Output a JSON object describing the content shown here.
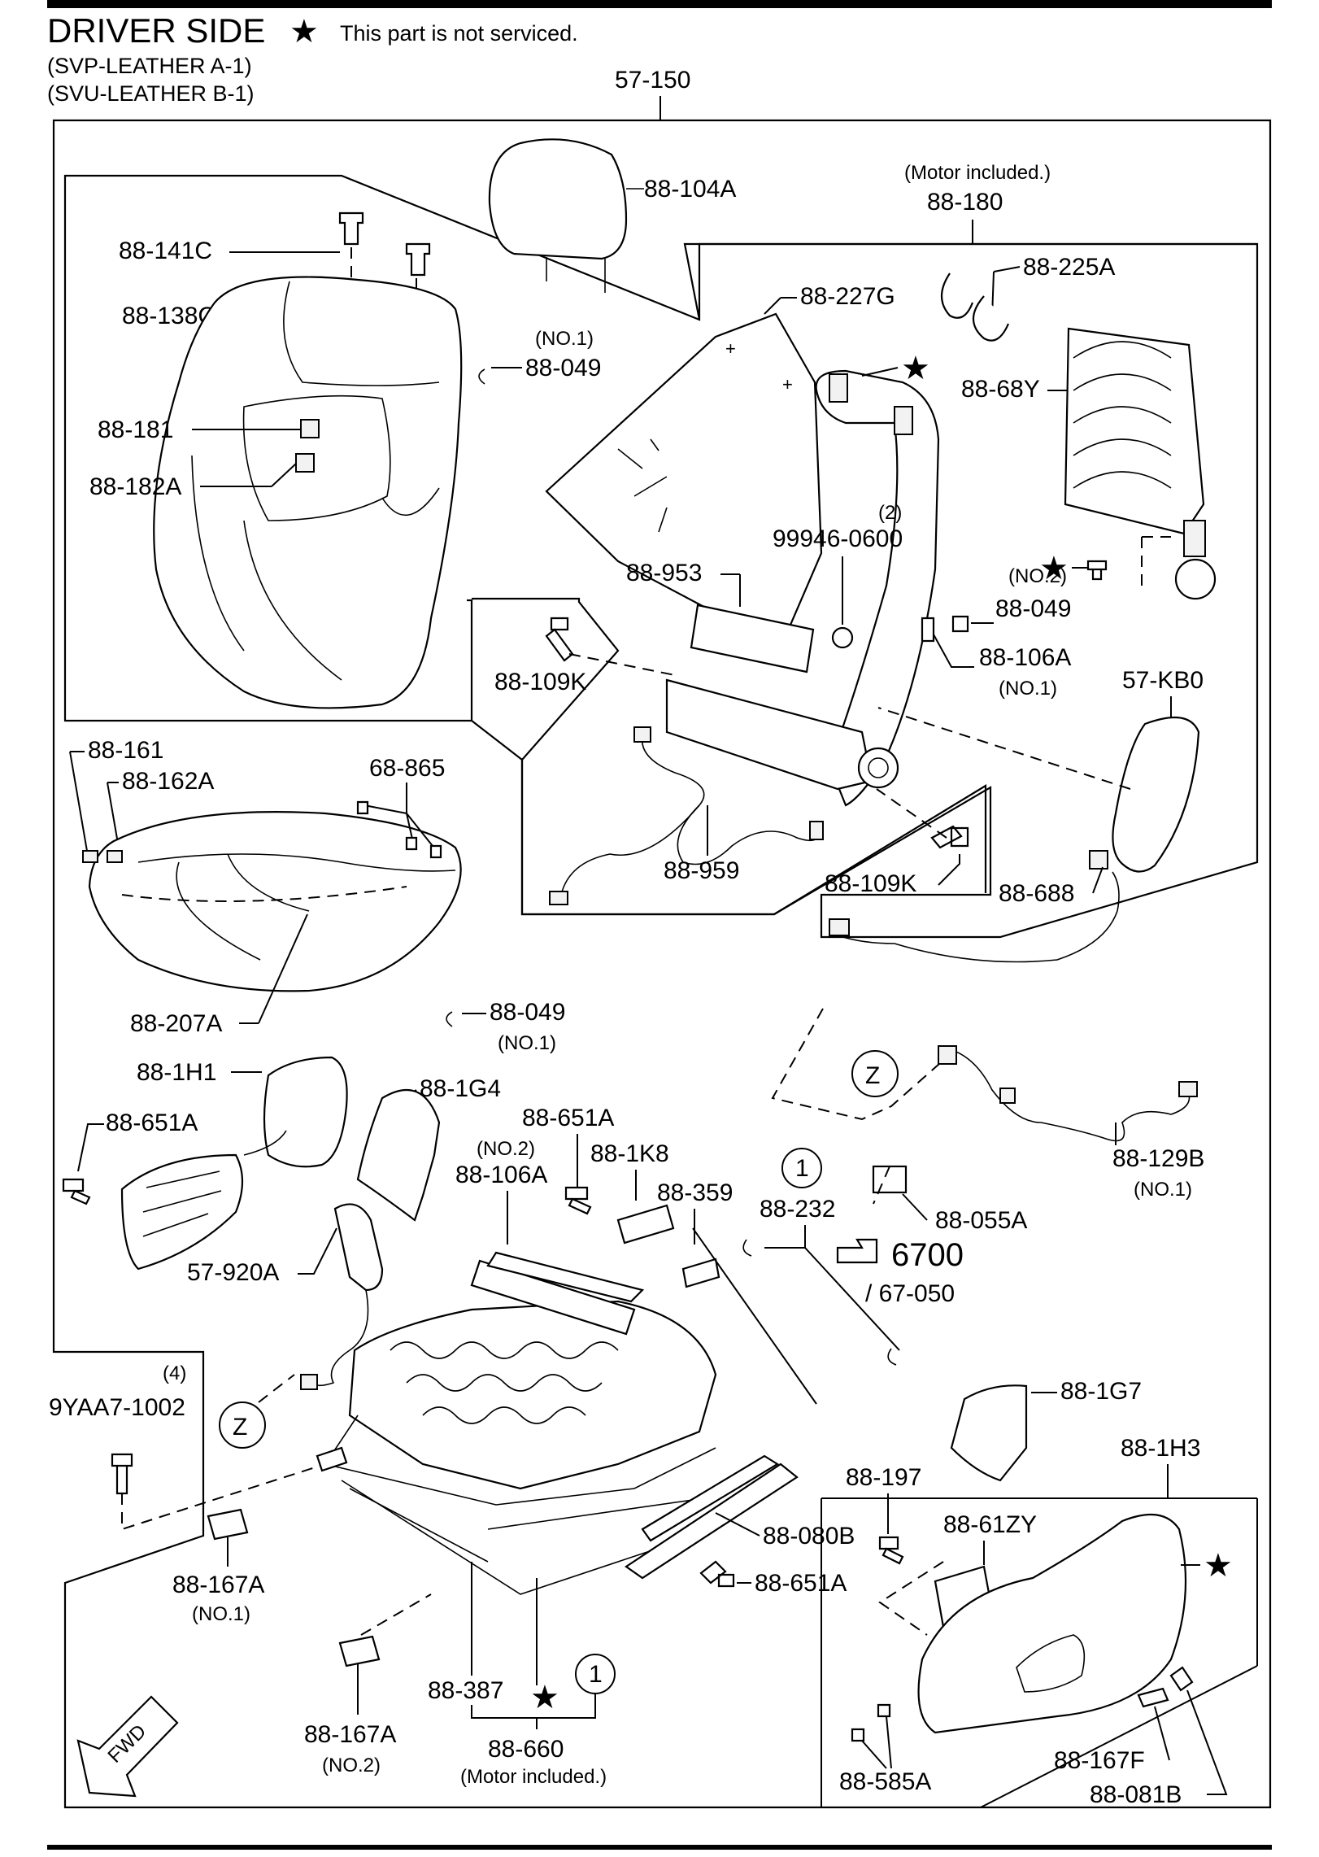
{
  "header": {
    "title": "DRIVER SIDE",
    "star_note": "This part is not serviced.",
    "variant_1": "(SVP-LEATHER A-1)",
    "variant_2": "(SVU-LEATHER B-1)",
    "assembly_code": "57-150"
  },
  "labels": {
    "p88_104A": "88-104A",
    "motor_included_1": "(Motor included.)",
    "p88_180": "88-180",
    "p88_141C": "88-141C",
    "p88_138C": "88-138C",
    "p88_225A": "88-225A",
    "p88_227G": "88-227G",
    "no1_a": "(NO.1)",
    "p88_049_a": "88-049",
    "p88_68Y": "88-68Y",
    "p88_181": "88-181",
    "p88_182A": "88-182A",
    "qty_2": "(2)",
    "p99946_0600": "99946-0600",
    "p88_953": "88-953",
    "no2_a": "(NO.2)",
    "p88_049_b": "88-049",
    "p88_106A_a": "88-106A",
    "no1_b": "(NO.1)",
    "p57_KB0": "57-KB0",
    "p88_109K_a": "88-109K",
    "p88_161": "88-161",
    "p88_162A": "88-162A",
    "p68_865": "68-865",
    "p88_959": "88-959",
    "p88_109K_b": "88-109K",
    "p88_688": "88-688",
    "p88_207A": "88-207A",
    "p88_049_c": "88-049",
    "no1_c": "(NO.1)",
    "p88_1H1": "88-1H1",
    "callout_z_1": "Z",
    "p88_1G4": "88-1G4",
    "p88_651A_a": "88-651A",
    "p88_651A_b": "88-651A",
    "no2_b": "(NO.2)",
    "p88_106A_b": "88-106A",
    "p88_1K8": "88-1K8",
    "p88_359": "88-359",
    "callout_1_a": "1",
    "p88_232": "88-232",
    "p88_129B": "88-129B",
    "no1_d": "(NO.1)",
    "p88_055A": "88-055A",
    "p57_920A": "57-920A",
    "ref_6700": "6700",
    "ref_67_050": "/ 67-050",
    "qty_4": "(4)",
    "p9YAA7_1002": "9YAA7-1002",
    "callout_z_2": "Z",
    "p88_1G7": "88-1G7",
    "p88_1H3": "88-1H3",
    "p88_197": "88-197",
    "p88_61ZY": "88-61ZY",
    "p88_080B": "88-080B",
    "p88_651A_c": "88-651A",
    "p88_167A_a": "88-167A",
    "no1_e": "(NO.1)",
    "p88_387": "88-387",
    "callout_1_b": "1",
    "p88_660": "88-660",
    "motor_included_2": "(Motor included.)",
    "p88_167A_b": "88-167A",
    "no2_c": "(NO.2)",
    "p88_585A": "88-585A",
    "p88_167F": "88-167F",
    "p88_081B": "88-081B",
    "fwd": "FWD"
  }
}
